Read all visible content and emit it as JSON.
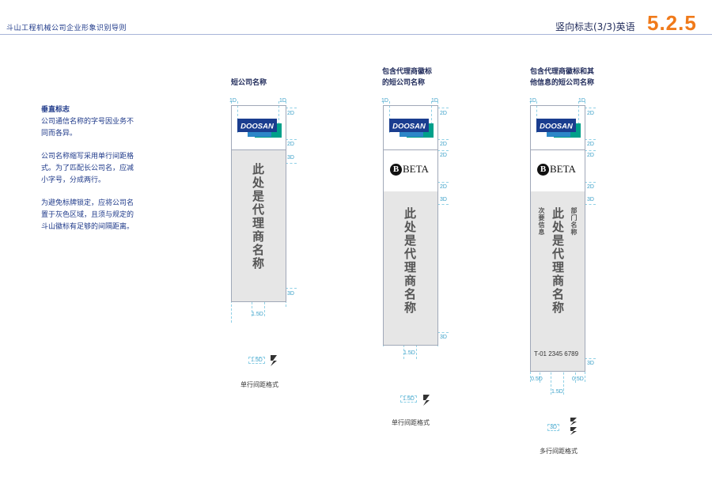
{
  "header": {
    "left_title": "斗山工程机械公司企业形象识别导则",
    "title": "竖向标志(3/3)英语",
    "section": "5.2.5"
  },
  "description": {
    "heading": "垂直标志",
    "p1": "公司通信名称的字号因业务不同而各异。",
    "p2": "公司名称缩写采用单行间距格式。为了匹配长公司名，应减小字号，分成两行。",
    "p3": "为避免标牌锁定，应将公司名置于灰色区域，且须与规定的斗山徽标有足够的间隔距离。"
  },
  "columns": [
    {
      "title_line1": "短公司名称",
      "title_line2": "",
      "dealer_text": "此处是代理商名称",
      "caption": "单行间距格式"
    },
    {
      "title_line1": "包含代理商徽标",
      "title_line2": "的短公司名称",
      "dealer_text": "此处是代理商名称",
      "caption": "单行间距格式"
    },
    {
      "title_line1": "包含代理商徽标和其",
      "title_line2": "他信息的短公司名称",
      "dealer_text": "此处是代理商名称",
      "left_info": "次要信息",
      "right_info": "部门名称",
      "phone": "T-01 2345 6789",
      "caption": "多行间距格式"
    }
  ],
  "logo": {
    "text": "DOOSAN",
    "colors": {
      "blue": "#1a3d8f",
      "green": "#00a08a",
      "light": "#2c86c8"
    }
  },
  "beta": {
    "mark": "B",
    "text": "BETA"
  },
  "dims": {
    "d1": "1D",
    "d2": "2D",
    "d3": "3D",
    "d15": "1.5D",
    "d05": "0.5D"
  },
  "colors": {
    "accent": "#f07a1a",
    "navy": "#1f2a5a",
    "guide": "#3aa0c8"
  }
}
